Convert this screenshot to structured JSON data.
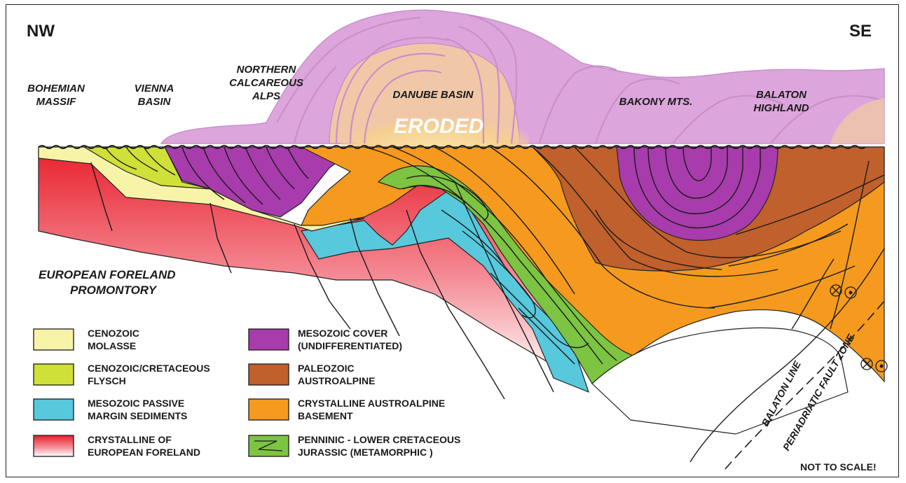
{
  "corner_labels": {
    "left": "NW",
    "right": "SE"
  },
  "region_labels": [
    {
      "lines": [
        "BOHEMIAN",
        "MASSIF"
      ]
    },
    {
      "lines": [
        "VIENNA",
        "BASIN"
      ]
    },
    {
      "lines": [
        "NORTHERN",
        "CALCAREOUS",
        "ALPS"
      ]
    },
    {
      "lines": [
        "DANUBE BASIN"
      ]
    },
    {
      "lines": [
        "BAKONY MTS."
      ]
    },
    {
      "lines": [
        "BALATON",
        "HIGHLAND"
      ]
    }
  ],
  "eroded_label": "ERODED",
  "foreland_label": [
    "EUROPEAN FORELAND",
    "PROMONTORY"
  ],
  "fault_labels": {
    "balaton": "BALATON LINE",
    "periadriatic": "PERIADRIATIC FAULT ZONE"
  },
  "scale_note": "NOT TO SCALE!",
  "legend": [
    {
      "lines": [
        "CENOZOIC",
        "MOLASSE"
      ],
      "color": "#f7f4a8"
    },
    {
      "lines": [
        "CENOZOIC/CRETACEOUS",
        "FLYSCH"
      ],
      "color": "#cfe038"
    },
    {
      "lines": [
        "MESOZOIC PASSIVE",
        "MARGIN SEDIMENTS"
      ],
      "color": "#58c8dc"
    },
    {
      "lines": [
        "CRYSTALLINE OF",
        "EUROPEAN FORELAND"
      ],
      "color": "gradient-red"
    },
    {
      "lines": [
        "MESOZOIC COVER",
        "(UNDIFFERENTIATED)"
      ],
      "color": "#a83cac"
    },
    {
      "lines": [
        "PALEOZOIC",
        "AUSTROALPINE"
      ],
      "color": "#c0602c"
    },
    {
      "lines": [
        "CRYSTALLINE  AUSTROALPINE",
        "BASEMENT"
      ],
      "color": "#f59a1e"
    },
    {
      "lines": [
        "PENNINIC - LOWER CRETACEOUS",
        "JURASSIC (METAMORPHIC )"
      ],
      "color": "#7cc442"
    }
  ],
  "colors": {
    "eroded_pink": "#dca6dc",
    "eroded_peach": "#f0c8a8",
    "eroded_glow": "#f8d89c",
    "mesozoic": "#a83cac",
    "paleozoic": "#c0602c",
    "crystalline_aa": "#f59a1e",
    "penninic": "#7cc442",
    "passive_margin": "#58c8dc",
    "molasse": "#f7f4a8",
    "flysch": "#cfe038",
    "foreland_red": "#e8202c"
  }
}
